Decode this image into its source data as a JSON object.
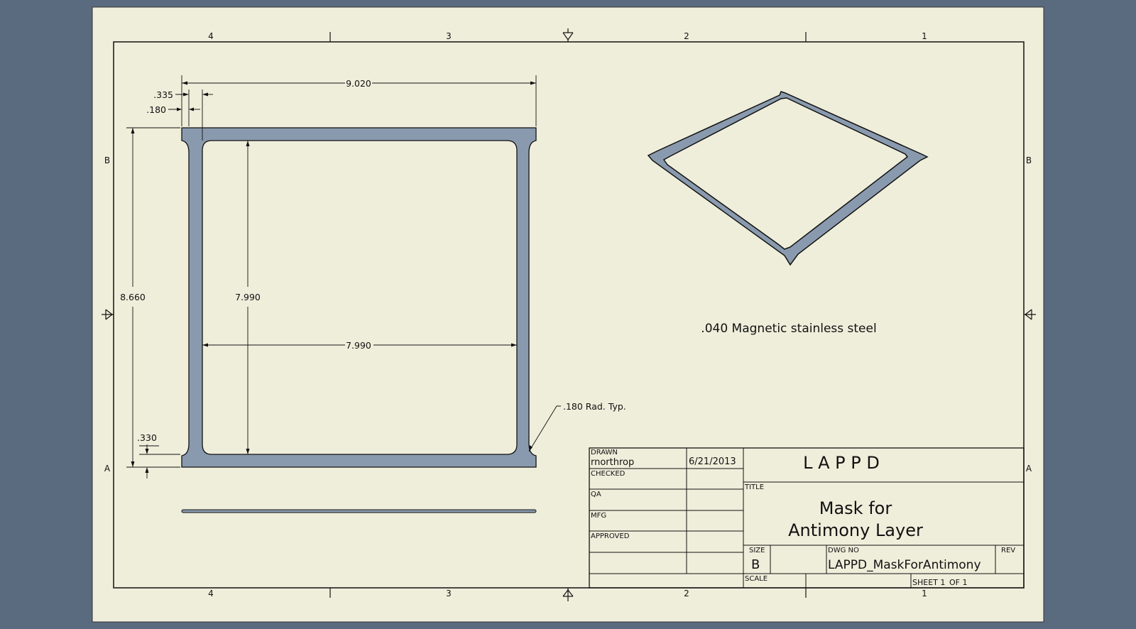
{
  "zone_labels": {
    "columns_top": [
      "4",
      "3",
      "2",
      "1"
    ],
    "columns_bottom": [
      "4",
      "3",
      "2",
      "1"
    ],
    "rows_left": [
      "B",
      "A"
    ],
    "rows_right": [
      "B",
      "A"
    ]
  },
  "dimensions": {
    "overall_width": "9.020",
    "overall_height": "8.660",
    "inner_height": "7.990",
    "inner_width": "7.990",
    "flange_offset": ".335",
    "web_offset": ".180",
    "bottom_lip": ".330",
    "radius_note": ".180 Rad. Typ."
  },
  "material_note": ".040 Magnetic stainless steel",
  "title_block": {
    "drawn_label": "DRAWN",
    "drawn_by": "rnorthrop",
    "drawn_date": "6/21/2013",
    "checked_label": "CHECKED",
    "qa_label": "QA",
    "mfg_label": "MFG",
    "approved_label": "APPROVED",
    "company": "L A P P D",
    "title_label": "TITLE",
    "title_line1": "Mask for",
    "title_line2": "Antimony Layer",
    "size_label": "SIZE",
    "size_value": "B",
    "dwg_no_label": "DWG NO",
    "dwg_no_value": "LAPPD_MaskForAntimony",
    "rev_label": "REV",
    "scale_label": "SCALE",
    "sheet_label": "SHEET 1",
    "sheet_of": "OF 1"
  },
  "colors": {
    "background": "#5a6b80",
    "sheet": "#efeedb",
    "part_fill": "#8a9aae",
    "line": "#111111"
  }
}
